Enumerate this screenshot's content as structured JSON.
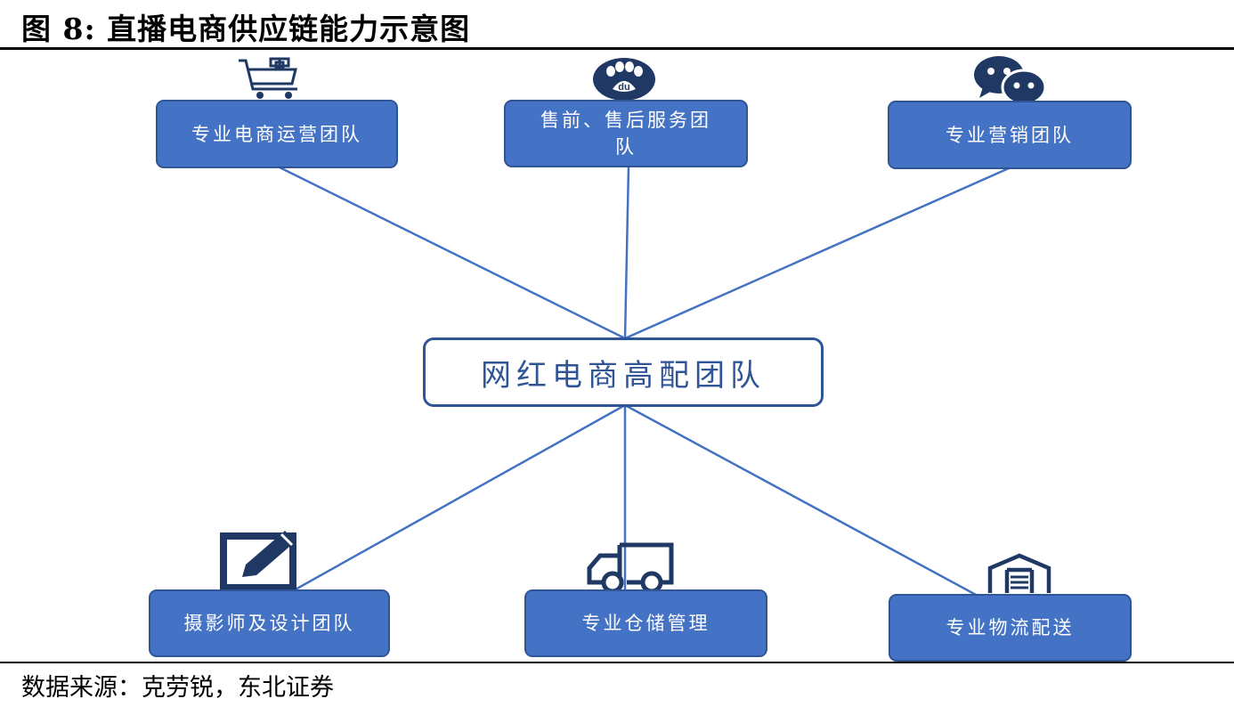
{
  "figure": {
    "title": "图  8:  直播电商供应链能力示意图",
    "source": "数据来源：克劳锐，东北证券"
  },
  "diagram": {
    "center": "网红电商高配团队",
    "nodes": [
      {
        "id": "ops",
        "label": "专业电商运营团队",
        "icon": "shopping-cart-icon"
      },
      {
        "id": "service",
        "label": "售前、售后服务团队",
        "icon": "baidu-paw-icon"
      },
      {
        "id": "marketing",
        "label": "专业营销团队",
        "icon": "wechat-icon"
      },
      {
        "id": "design",
        "label": "摄影师及设计团队",
        "icon": "edit-pencil-icon"
      },
      {
        "id": "storage",
        "label": "专业仓储管理",
        "icon": "delivery-truck-icon"
      },
      {
        "id": "logistics",
        "label": "专业物流配送",
        "icon": "warehouse-icon"
      }
    ],
    "colors": {
      "box_fill": "#4472c4",
      "box_border": "#2f5597",
      "line": "#4472c4",
      "icon": "#203864"
    }
  }
}
